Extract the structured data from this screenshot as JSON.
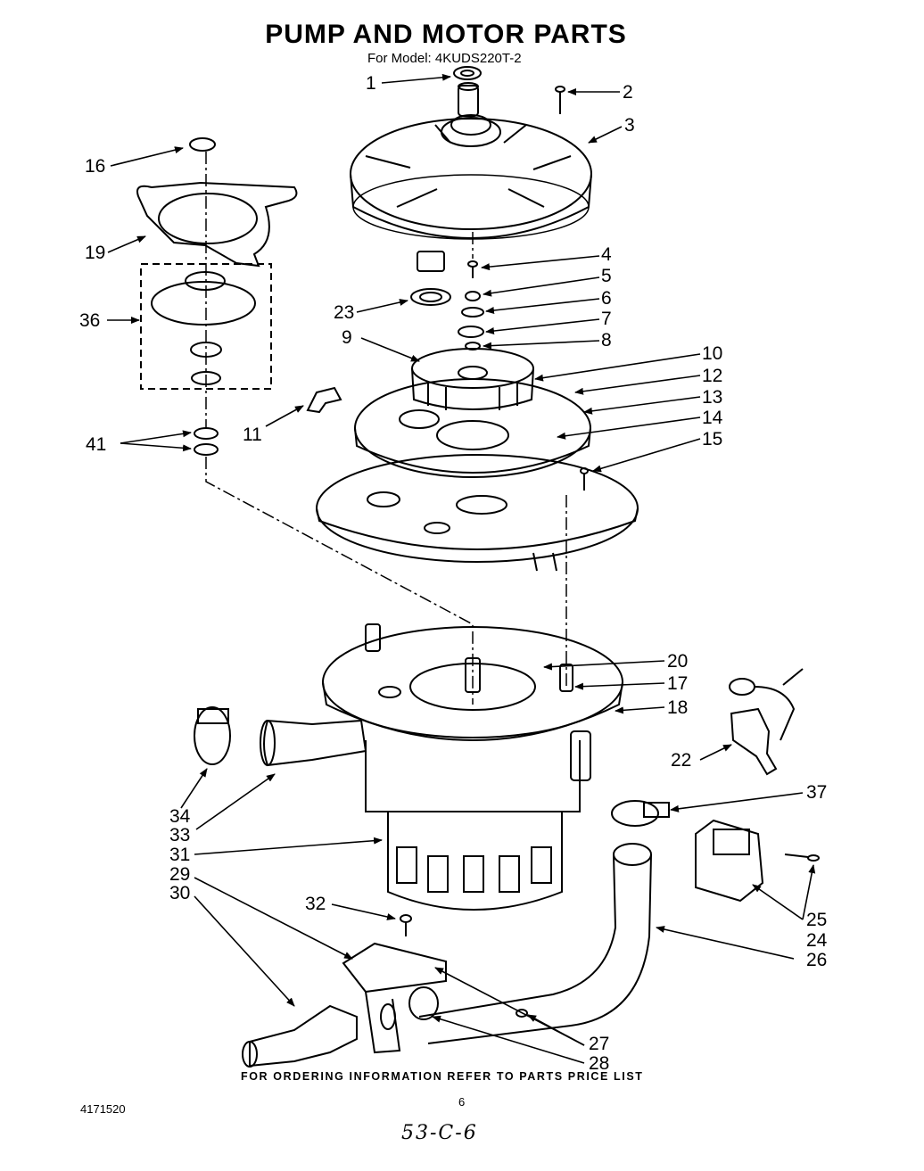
{
  "header": {
    "title": "PUMP AND MOTOR PARTS",
    "model": "For Model: 4KUDS220T-2"
  },
  "footer": {
    "ordering_note": "FOR ORDERING INFORMATION REFER TO PARTS PRICE LIST",
    "document_number": "4171520",
    "page_number": "6",
    "handwritten_note": "53-C-6"
  },
  "callouts": [
    {
      "label": "1"
    },
    {
      "label": "2"
    },
    {
      "label": "3"
    },
    {
      "label": "4"
    },
    {
      "label": "5"
    },
    {
      "label": "6"
    },
    {
      "label": "7"
    },
    {
      "label": "8"
    },
    {
      "label": "9"
    },
    {
      "label": "10"
    },
    {
      "label": "11"
    },
    {
      "label": "12"
    },
    {
      "label": "13"
    },
    {
      "label": "14"
    },
    {
      "label": "15"
    },
    {
      "label": "16"
    },
    {
      "label": "19"
    },
    {
      "label": "36"
    },
    {
      "label": "23"
    },
    {
      "label": "41"
    },
    {
      "label": "20"
    },
    {
      "label": "17"
    },
    {
      "label": "18"
    },
    {
      "label": "22"
    },
    {
      "label": "34"
    },
    {
      "label": "33"
    },
    {
      "label": "31"
    },
    {
      "label": "37"
    },
    {
      "label": "29"
    },
    {
      "label": "30"
    },
    {
      "label": "32"
    },
    {
      "label": "25"
    },
    {
      "label": "24"
    },
    {
      "label": "26"
    },
    {
      "label": "27"
    },
    {
      "label": "28"
    }
  ]
}
